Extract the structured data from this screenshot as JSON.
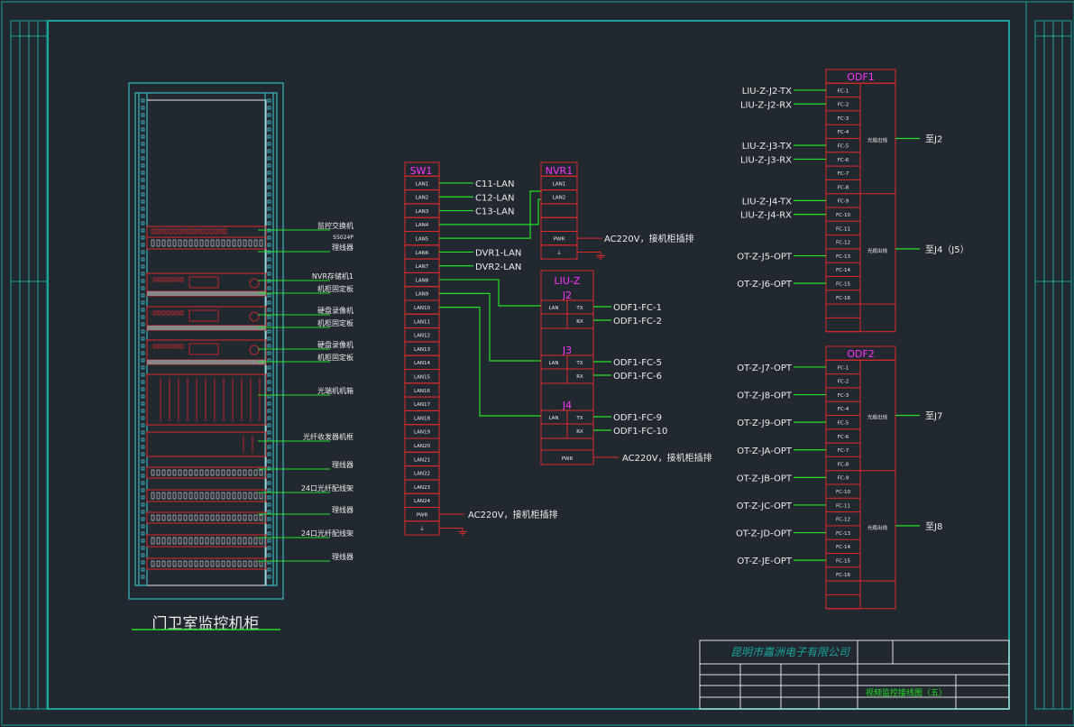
{
  "colors": {
    "background": "#212830",
    "frame": "#1aa39a",
    "cyan": "#3fd3e0",
    "red": "#e02a2a",
    "green": "#27e027",
    "magenta": "#ff33ff",
    "white": "#ececec",
    "yellow": "#e8e840"
  },
  "cabinet": {
    "title": "门卫室监控机柜",
    "labels": [
      "监控交换机",
      "S5024P",
      "理线器",
      "NVR存储机1",
      "机柜固定板",
      "硬盘录像机",
      "机柜固定板",
      "硬盘录像机",
      "机柜固定板",
      "光端机机箱",
      "光纤收发器机框",
      "理线器",
      "24口光纤配线架",
      "理线器",
      "24口光纤配线架",
      "理线器"
    ]
  },
  "sw1": {
    "title": "SW1",
    "ports": [
      "LAN1",
      "LAN2",
      "LAN3",
      "LAN4",
      "LAN5",
      "LAN6",
      "LAN7",
      "LAN8",
      "LAN9",
      "LAN10",
      "LAN11",
      "LAN12",
      "LAN13",
      "LAN14",
      "LAN15",
      "LAN16",
      "LAN17",
      "LAN18",
      "LAN19",
      "LAN20",
      "LAN21",
      "LAN22",
      "LAN23",
      "LAN24",
      "PWR",
      "⏚"
    ],
    "connections": [
      "C11-LAN",
      "C12-LAN",
      "C13-LAN",
      "DVR1-LAN",
      "DVR2-LAN"
    ],
    "power": "AC220V，接机柜插排"
  },
  "nvr1": {
    "title": "NVR1",
    "ports": [
      "LAN1",
      "LAN2",
      "",
      "",
      "PWR",
      "⏚"
    ],
    "power": "AC220V，接机柜插排"
  },
  "liu": {
    "title": "LIU-Z",
    "groups": [
      {
        "name": "J2",
        "lan": "LAN",
        "tx": "TX",
        "rx": "RX",
        "out_tx": "ODF1-FC-1",
        "out_rx": "ODF1-FC-2"
      },
      {
        "name": "J3",
        "lan": "LAN",
        "tx": "TX",
        "rx": "RX",
        "out_tx": "ODF1-FC-5",
        "out_rx": "ODF1-FC-6"
      },
      {
        "name": "J4",
        "lan": "LAN",
        "tx": "TX",
        "rx": "RX",
        "out_tx": "ODF1-FC-9",
        "out_rx": "ODF1-FC-10"
      }
    ],
    "pwr": "PWR",
    "power": "AC220V，接机柜插排"
  },
  "odf1": {
    "title": "ODF1",
    "ports": [
      "FC-1",
      "FC-2",
      "FC-3",
      "FC-4",
      "FC-5",
      "FC-6",
      "FC-7",
      "FC-8",
      "FC-9",
      "FC-10",
      "FC-11",
      "FC-12",
      "FC-13",
      "FC-14",
      "FC-15",
      "FC-16"
    ],
    "inputs": [
      {
        "row": 0,
        "label": "LIU-Z-J2-TX"
      },
      {
        "row": 1,
        "label": "LIU-Z-J2-RX"
      },
      {
        "row": 4,
        "label": "LIU-Z-J3-TX"
      },
      {
        "row": 5,
        "label": "LIU-Z-J3-RX"
      },
      {
        "row": 8,
        "label": "LIU-Z-J4-TX"
      },
      {
        "row": 9,
        "label": "LIU-Z-J4-RX"
      },
      {
        "row": 12,
        "label": "OT-Z-J5-OPT"
      },
      {
        "row": 14,
        "label": "OT-Z-J6-OPT"
      }
    ],
    "cable_label": "光缆出线",
    "outputs": [
      "至J2",
      "至J4（J5）"
    ]
  },
  "odf2": {
    "title": "ODF2",
    "ports": [
      "FC-1",
      "FC-2",
      "FC-3",
      "FC-4",
      "FC-5",
      "FC-6",
      "FC-7",
      "FC-8",
      "FC-9",
      "FC-10",
      "FC-11",
      "FC-12",
      "FC-13",
      "FC-14",
      "FC-15",
      "FC-16"
    ],
    "inputs": [
      {
        "row": 0,
        "label": "OT-Z-J7-OPT"
      },
      {
        "row": 2,
        "label": "OT-Z-J8-OPT"
      },
      {
        "row": 4,
        "label": "OT-Z-J9-OPT"
      },
      {
        "row": 6,
        "label": "OT-Z-JA-OPT"
      },
      {
        "row": 8,
        "label": "OT-Z-JB-OPT"
      },
      {
        "row": 10,
        "label": "OT-Z-JC-OPT"
      },
      {
        "row": 12,
        "label": "OT-Z-JD-OPT"
      },
      {
        "row": 14,
        "label": "OT-Z-JE-OPT"
      }
    ],
    "cable_label": "光缆出线",
    "outputs": [
      "至J7",
      "至J8"
    ]
  },
  "title_block": {
    "company": "昆明市嘉洲电子有限公司",
    "drawing": "视频监控接线图（五）"
  }
}
